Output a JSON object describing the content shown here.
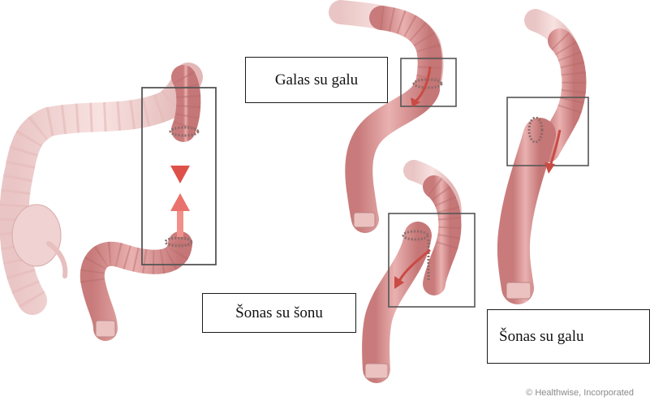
{
  "labels": {
    "end_to_end": "Galas su galu",
    "side_to_side": "Šonas su šonu",
    "side_to_end": "Šonas su galu"
  },
  "credit": "© Healthwise, Incorporated",
  "colors": {
    "bowel_fill": "#e4a5a4",
    "bowel_dark": "#c77a7a",
    "bowel_light": "#f6d7d5",
    "arrow": "#e2403a",
    "frame": "#555555"
  },
  "icons": {
    "merge_arrows": "double-arrow-converging",
    "flow_arrow": "curved-arrow"
  }
}
